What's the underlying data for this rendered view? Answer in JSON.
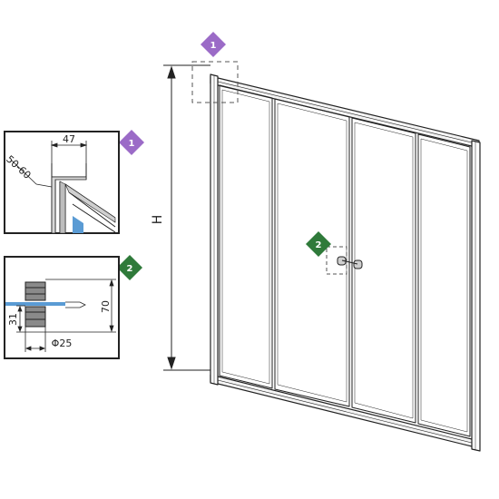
{
  "main_dimension": {
    "label": "H"
  },
  "callouts": [
    {
      "number": "1",
      "color": "#9b6bc7"
    },
    {
      "number": "2",
      "color": "#2f7a3a"
    }
  ],
  "detail_1": {
    "width_label": "47",
    "range_label": "50-60"
  },
  "detail_2": {
    "height_label": "70",
    "offset_label": "31",
    "diameter_label": "Φ25"
  },
  "colors": {
    "glass_accent": "#5a9bd4",
    "handle": "#8a8a8a",
    "frame": "#222222"
  }
}
